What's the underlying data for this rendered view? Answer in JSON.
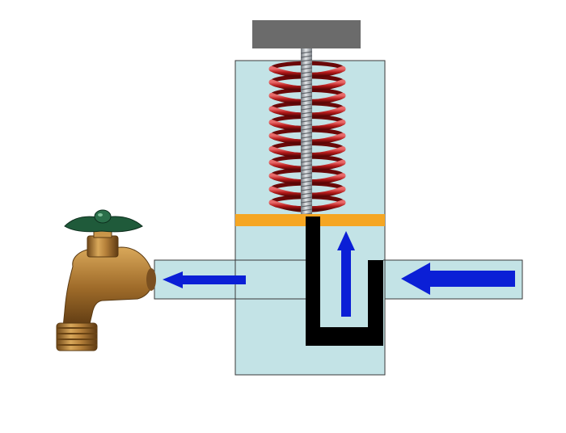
{
  "diagram": {
    "kind": "pressure-regulating-valve",
    "colors": {
      "background": "#ffffff",
      "valve_body": "#c3e3e6",
      "pipe": "#c3e3e6",
      "outline": "#3a3a3a",
      "diaphragm": "#f5a623",
      "adjust_cap": "#6b6b6b",
      "spring": "#b01818",
      "spring_highlight": "#e65050",
      "screw": "#a9aeb5",
      "seat": "#000000",
      "flow_arrow": "#0b1fd6",
      "faucet_brass": "#b5803a",
      "faucet_handle": "#1f5a3a"
    },
    "flow": [
      {
        "id": "inlet",
        "direction": "left"
      },
      {
        "id": "through-seat",
        "direction": "up"
      },
      {
        "id": "outlet",
        "direction": "left"
      }
    ],
    "spring_coils": 11
  }
}
